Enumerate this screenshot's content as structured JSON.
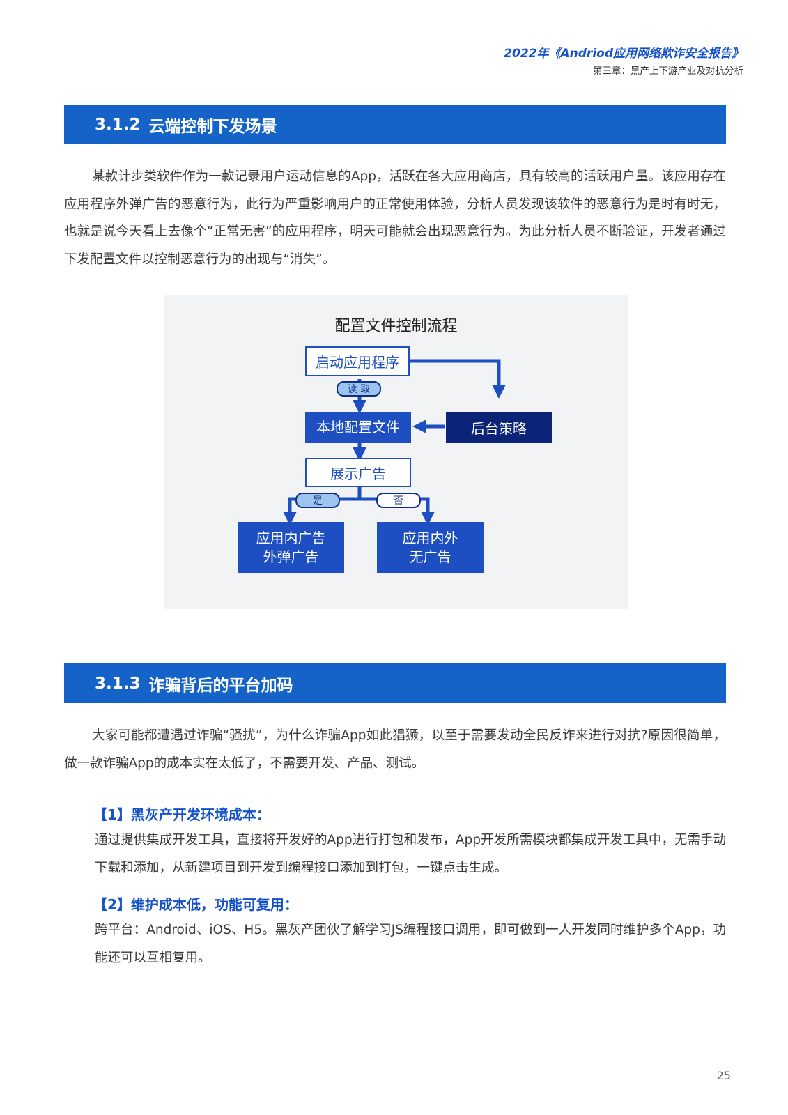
{
  "header": {
    "report_title": "2022年《Andriod应用网络欺诈安全报告》",
    "chapter": "第三章：黑产上下游产业及对抗分析"
  },
  "section1": {
    "number": "3.1.2",
    "title": "云端控制下发场景",
    "paragraph": "某款计步类软件作为一款记录用户运动信息的App，活跃在各大应用商店，具有较高的活跃用户量。该应用存在应用程序外弹广告的恶意行为，此行为严重影响用户的正常使用体验，分析人员发现该软件的恶意行为是时有时无，也就是说今天看上去像个“正常无害”的应用程序，明天可能就会出现恶意行为。为此分析人员不断验证，开发者通过下发配置文件以控制恶意行为的出现与“消失”。"
  },
  "flowchart": {
    "title": "配置文件控制流程",
    "start": "启动应用程序",
    "read_label": "读 取",
    "local_config": "本地配置文件",
    "backend_policy": "后台策略",
    "show_ads": "展示广告",
    "yes_label": "是",
    "no_label": "否",
    "yes_result_line1": "应用内广告",
    "yes_result_line2": "外弹广告",
    "no_result_line1": "应用内外",
    "no_result_line2": "无广告"
  },
  "section2": {
    "number": "3.1.3",
    "title": "诈骗背后的平台加码",
    "paragraph": "大家可能都遭遇过诈骗“骚扰”，为什么诈骗App如此猖獗，以至于需要发动全民反诈来进行对抗?原因很简单，做一款诈骗App的成本实在太低了，不需要开发、产品、测试。",
    "point1_heading": "【1】黑灰产开发环境成本：",
    "point1_text": "通过提供集成开发工具，直接将开发好的App进行打包和发布，App开发所需模块都集成开发工具中，无需手动下载和添加，从新建项目到开发到编程接口添加到打包，一键点击生成。",
    "point2_heading": "【2】维护成本低，功能可复用：",
    "point2_text": "跨平台：Android、iOS、H5。黑灰产团伙了解学习JS编程接口调用，即可做到一人开发同时维护多个App，功能还可以互相复用。"
  },
  "footer": {
    "page_number": "25"
  }
}
